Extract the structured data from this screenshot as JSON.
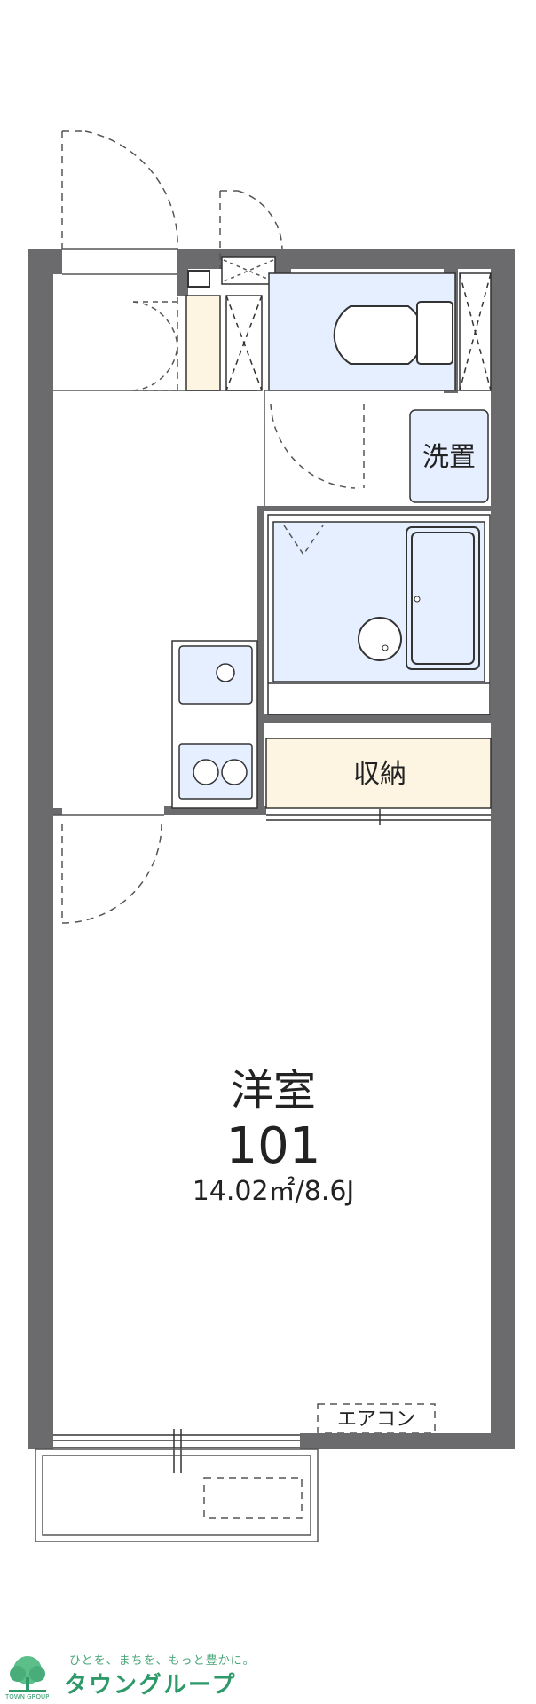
{
  "rooms": {
    "washer": "洗置",
    "storage": "収納",
    "main_room_name": "洋室",
    "main_room_number": "101",
    "main_room_area": "14.02㎡/8.6J",
    "aircon": "エアコン"
  },
  "logo": {
    "tagline": "ひとを、まちを、もっと豊かに。",
    "brand": "タウングループ",
    "sub": "TOWN GROUP"
  },
  "colors": {
    "wall": "#6b6b6e",
    "fixture_fill": "#e6efff",
    "storage_fill": "#fdf5e2",
    "line": "#333333",
    "brand_green": "#2f9a69"
  }
}
